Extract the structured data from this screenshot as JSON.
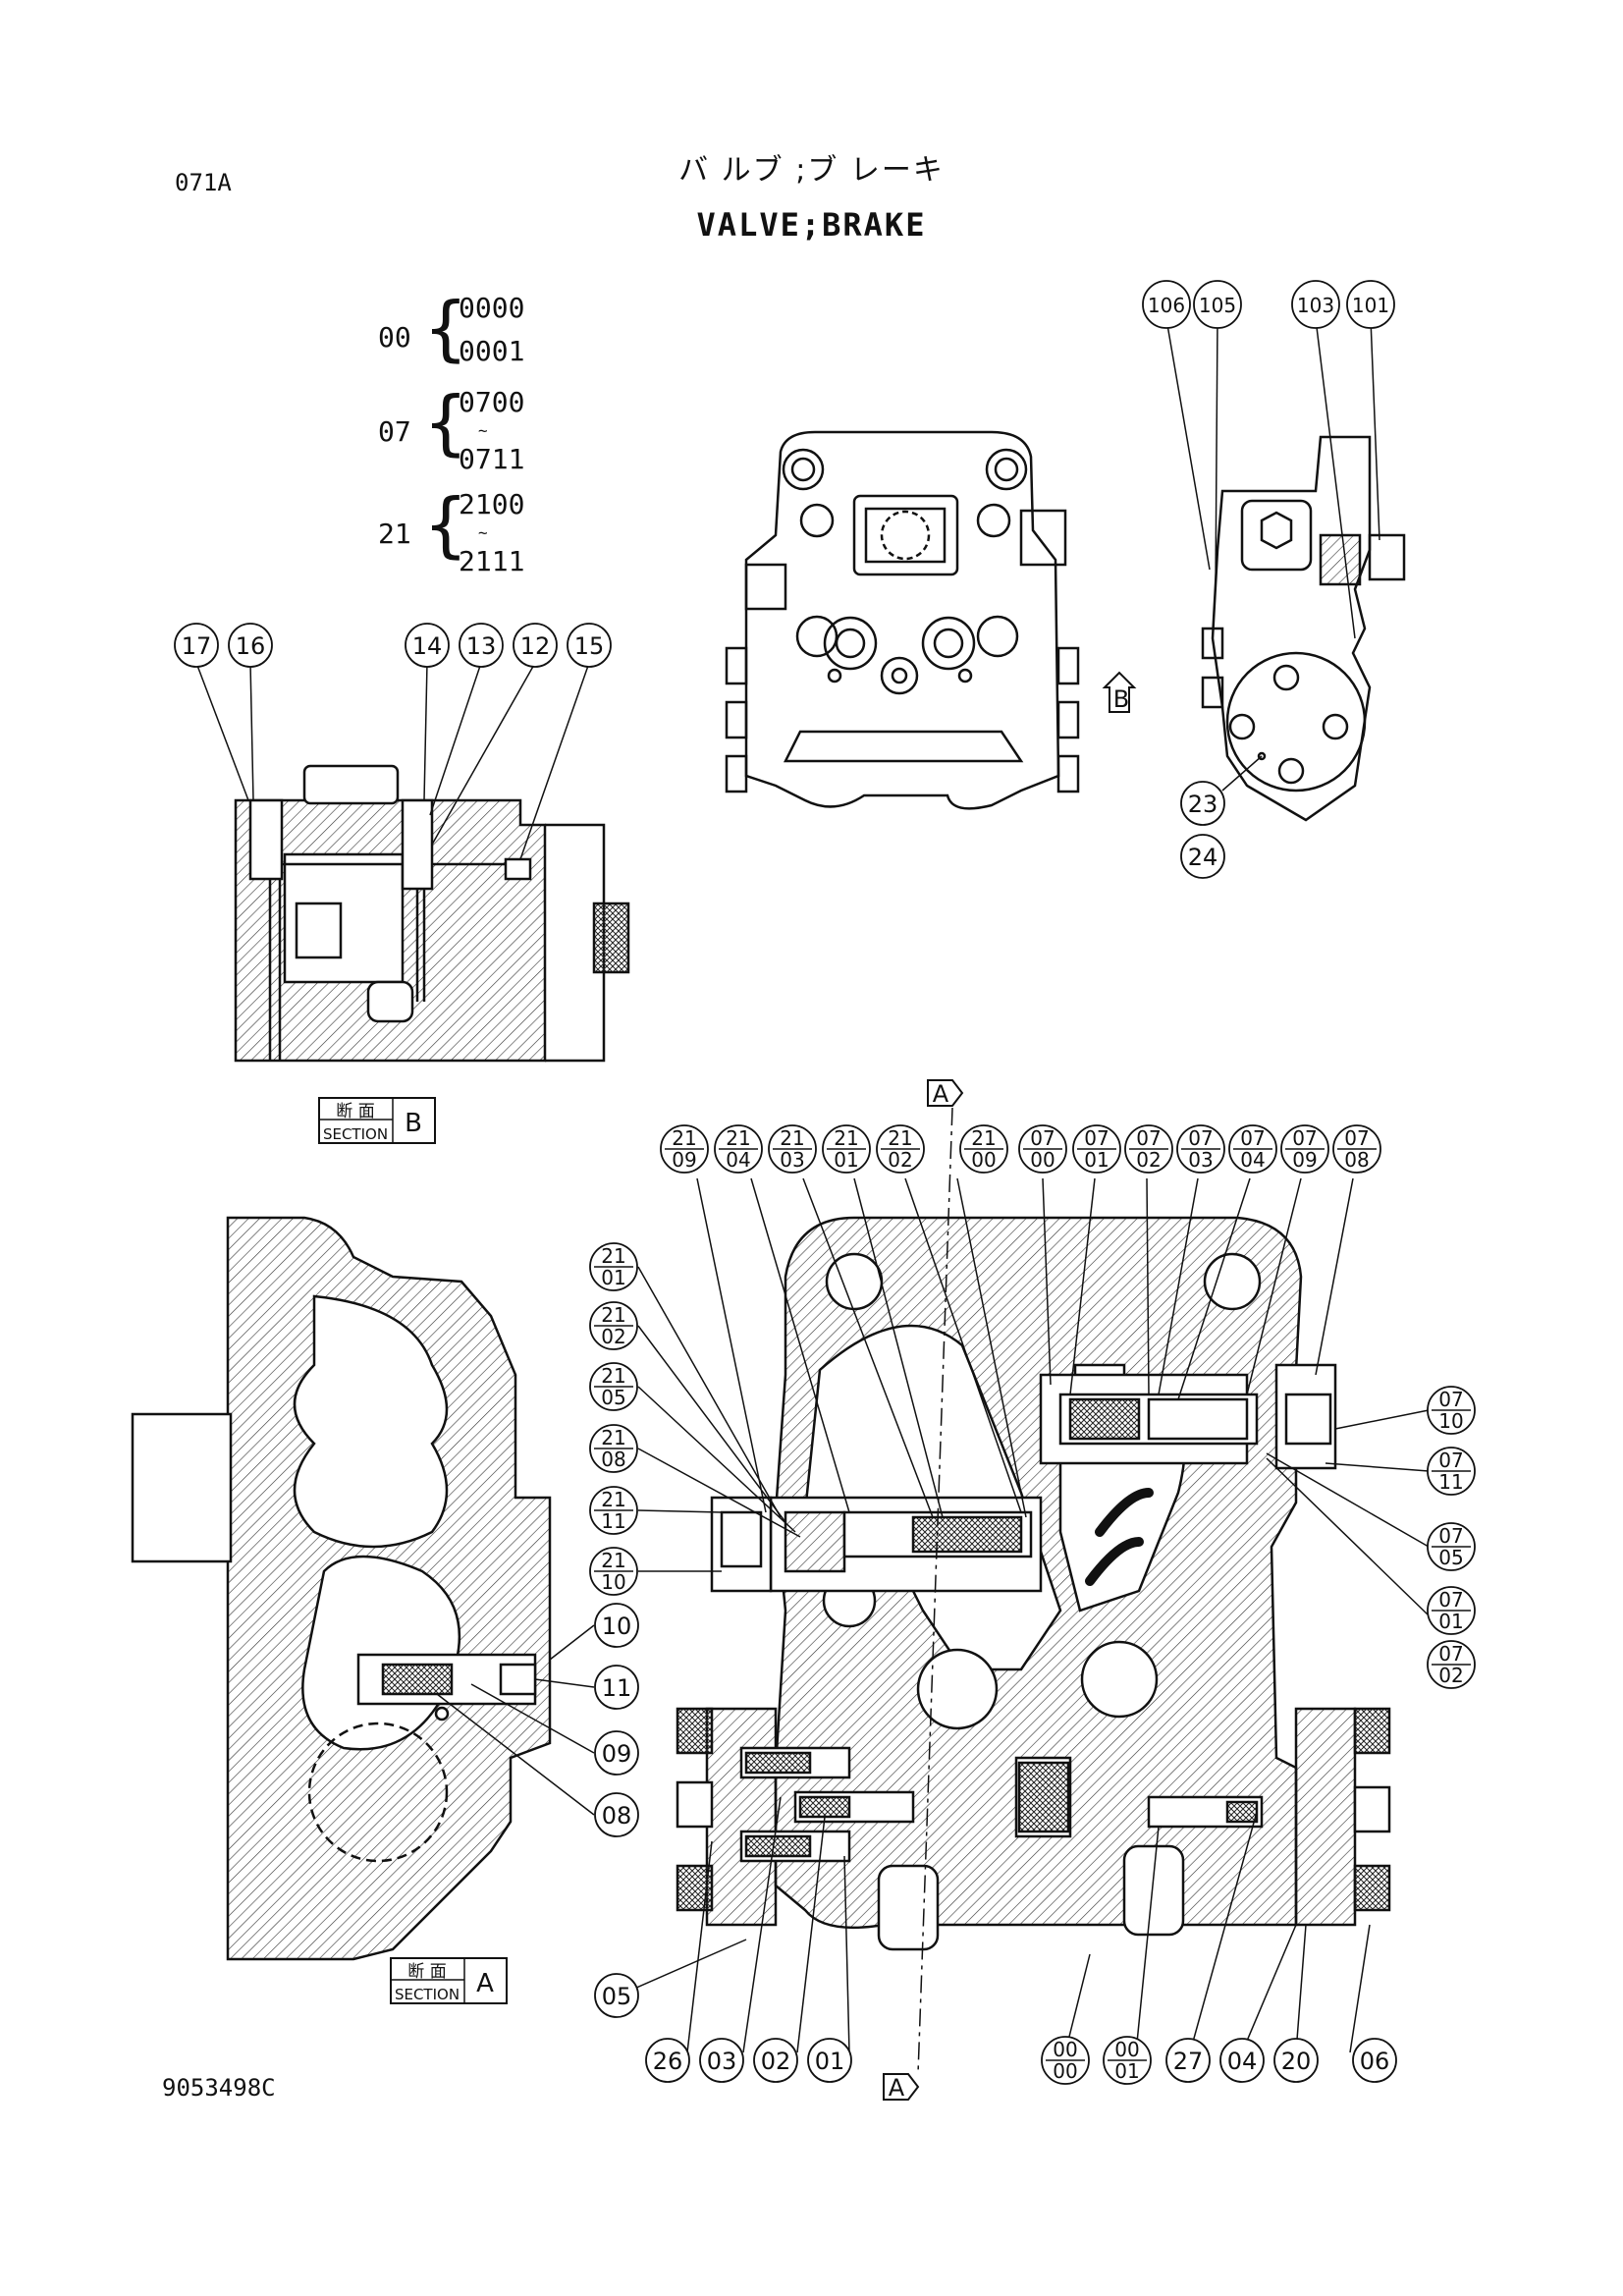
{
  "page_code": "071A",
  "title_jp": "バ ルブ ;ブ レーキ",
  "title_en": "VALVE;BRAKE",
  "doc_number": "9053498C",
  "variants": [
    {
      "prefix": "00",
      "first": "0000",
      "last": "0001",
      "tilde": ""
    },
    {
      "prefix": "07",
      "first": "0700",
      "last": "0711",
      "tilde": "~"
    },
    {
      "prefix": "21",
      "first": "2100",
      "last": "2111",
      "tilde": "~"
    }
  ],
  "section_labels": {
    "b_jp": "断 面",
    "b_en": "SECTION",
    "b_letter": "B",
    "a_jp": "断 面",
    "a_en": "SECTION",
    "a_letter": "A"
  },
  "view_arrows": {
    "b": "B",
    "a_top": "A",
    "a_bottom": "A"
  },
  "callouts_single": [
    "17",
    "16",
    "14",
    "13",
    "12",
    "15",
    "106",
    "105",
    "103",
    "101",
    "23",
    "24",
    "10",
    "11",
    "09",
    "08",
    "05",
    "26",
    "03",
    "02",
    "01",
    "27",
    "04",
    "20",
    "06"
  ],
  "callouts_top_row": [
    {
      "top": "21",
      "bottom": "09"
    },
    {
      "top": "21",
      "bottom": "04"
    },
    {
      "top": "21",
      "bottom": "03"
    },
    {
      "top": "21",
      "bottom": "01"
    },
    {
      "top": "21",
      "bottom": "02"
    },
    {
      "top": "21",
      "bottom": "00"
    },
    {
      "top": "07",
      "bottom": "00"
    },
    {
      "top": "07",
      "bottom": "01"
    },
    {
      "top": "07",
      "bottom": "02"
    },
    {
      "top": "07",
      "bottom": "03"
    },
    {
      "top": "07",
      "bottom": "04"
    },
    {
      "top": "07",
      "bottom": "09"
    },
    {
      "top": "07",
      "bottom": "08"
    }
  ],
  "callouts_left_col": [
    {
      "top": "21",
      "bottom": "01"
    },
    {
      "top": "21",
      "bottom": "02"
    },
    {
      "top": "21",
      "bottom": "05"
    },
    {
      "top": "21",
      "bottom": "08"
    },
    {
      "top": "21",
      "bottom": "11"
    },
    {
      "top": "21",
      "bottom": "10"
    }
  ],
  "callouts_right_col": [
    {
      "top": "07",
      "bottom": "10"
    },
    {
      "top": "07",
      "bottom": "11"
    },
    {
      "top": "07",
      "bottom": "05"
    },
    {
      "top": "07",
      "bottom": "01"
    },
    {
      "top": "07",
      "bottom": "02"
    }
  ],
  "callouts_bottom_frac": [
    {
      "top": "00",
      "bottom": "00"
    },
    {
      "top": "00",
      "bottom": "01"
    }
  ]
}
